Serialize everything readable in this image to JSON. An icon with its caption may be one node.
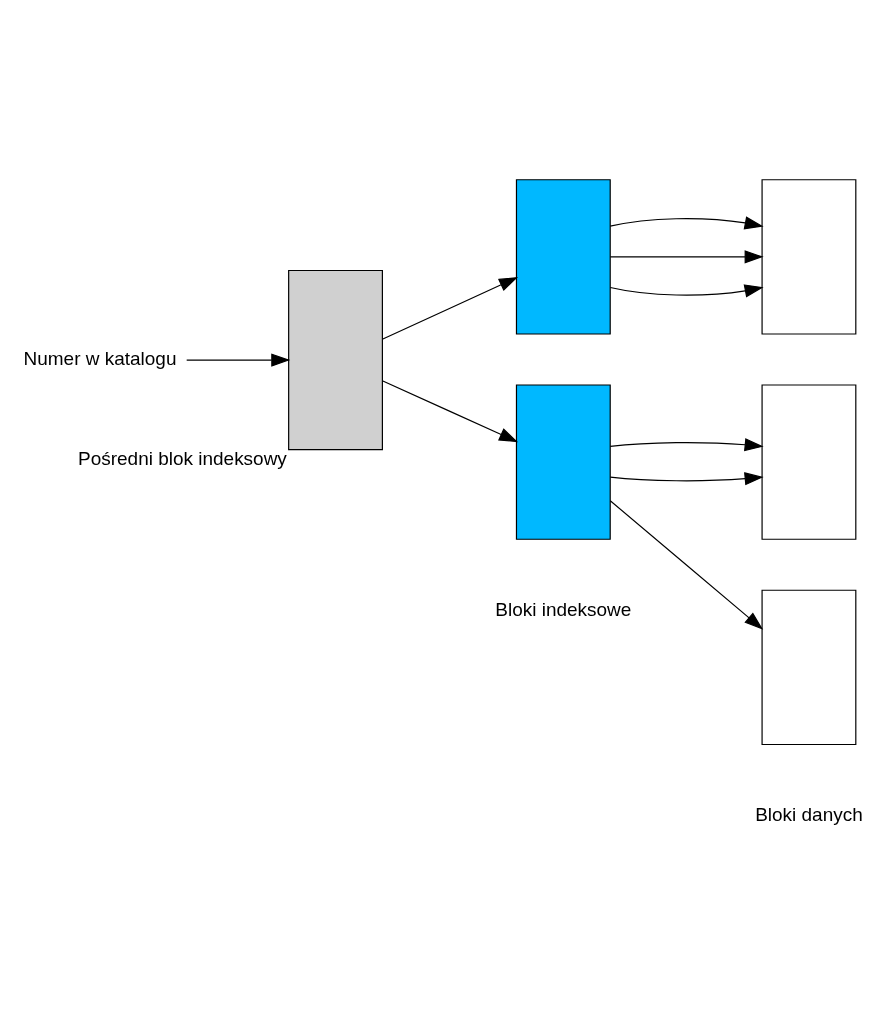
{
  "diagram": {
    "nodes": [
      {
        "text": [
          "Numer w katalogu"
        ]
      },
      {
        "text": [],
        "shape": "box",
        "beside": [
          "Pośredni blok indeksowy"
        ]
      },
      {
        "text": [],
        "shape": "box"
      },
      {
        "text": [],
        "shape": "box"
      },
      {
        "text": [],
        "shape": "box"
      },
      {
        "text": [],
        "shape": "box"
      },
      {
        "text": [],
        "shape": "box"
      }
    ],
    "edges": [
      {
        "from": 0,
        "to": 1,
        "arrow": "to"
      },
      {
        "from": 1,
        "to": 2,
        "arrow": "to"
      },
      {
        "from": 1,
        "to": 3,
        "arrow": "to"
      },
      {
        "from": 2,
        "to": 4,
        "arrow": "to"
      },
      {
        "from": 2,
        "to": 4,
        "arrow": "to"
      },
      {
        "from": 2,
        "to": 4,
        "arrow": "to"
      },
      {
        "from": 3,
        "to": 5,
        "arrow": "to"
      },
      {
        "from": 3,
        "to": 5,
        "arrow": "to"
      },
      {
        "from": 3,
        "to": 6,
        "arrow": "to"
      }
    ],
    "labels": [
      "Bloki indeksowe",
      "Bloki danych"
    ]
  }
}
